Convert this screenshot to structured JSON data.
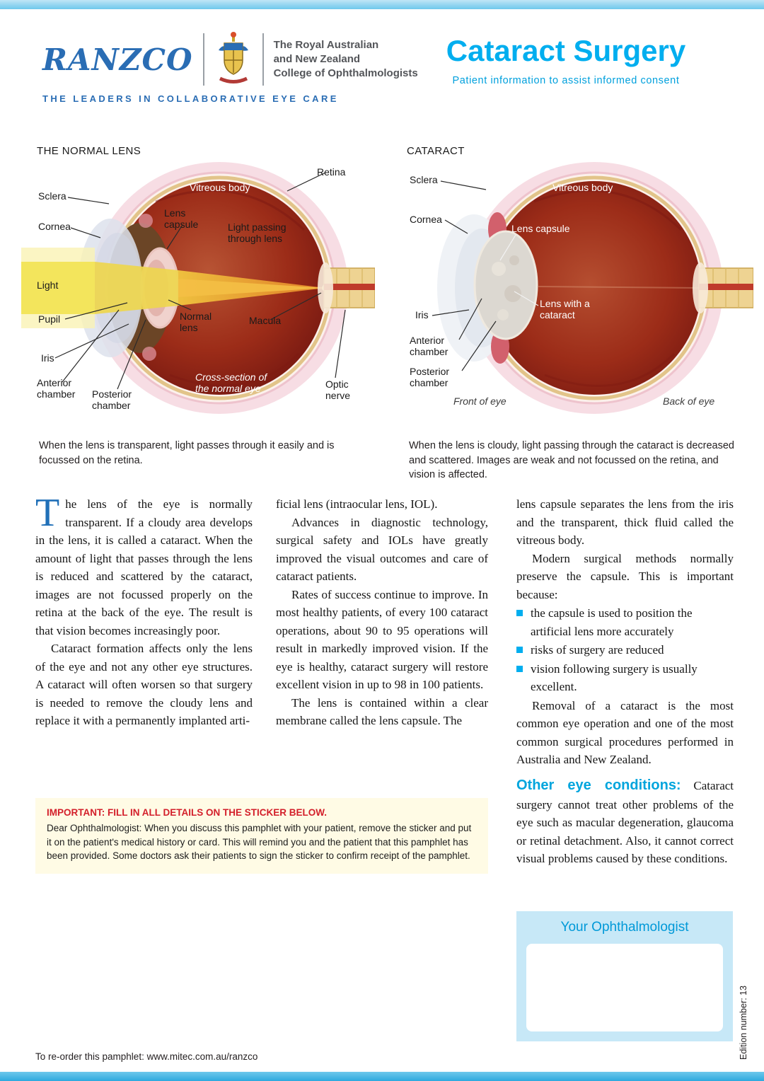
{
  "colors": {
    "accent_cyan": "#00aeef",
    "brand_blue": "#2a6db4",
    "alert_red": "#d31f2a",
    "sticker_bg": "#fffbe5",
    "box_blue_bg": "#c7e8f7"
  },
  "header": {
    "logo_text": "RANZCO",
    "org_name_lines": [
      "The Royal Australian",
      "and New Zealand",
      "College of Ophthalmologists"
    ],
    "tagline": "THE LEADERS IN COLLABORATIVE EYE CARE",
    "title": "Cataract Surgery",
    "subtitle": "Patient information to assist informed consent"
  },
  "diagram_normal": {
    "title": "THE NORMAL LENS",
    "labels": {
      "sclera": "Sclera",
      "cornea": "Cornea",
      "light": "Light",
      "pupil": "Pupil",
      "iris": "Iris",
      "anterior_chamber": "Anterior chamber",
      "posterior_chamber": "Posterior chamber",
      "lens_capsule": "Lens capsule",
      "vitreous_body": "Vitreous body",
      "retina": "Retina",
      "light_passing": "Light passing through lens",
      "normal_lens": "Normal lens",
      "macula": "Macula",
      "cross_section": "Cross-section of the normal eye",
      "optic_nerve": "Optic nerve"
    },
    "caption": "When the lens is transparent, light passes through it easily and is focussed on the retina."
  },
  "diagram_cataract": {
    "title": "CATARACT",
    "labels": {
      "sclera": "Sclera",
      "cornea": "Cornea",
      "iris": "Iris",
      "anterior_chamber": "Anterior chamber",
      "posterior_chamber": "Posterior chamber",
      "vitreous_body": "Vitreous body",
      "lens_capsule": "Lens capsule",
      "lens_with_cataract": "Lens with a cataract",
      "front_of_eye": "Front of eye",
      "back_of_eye": "Back of eye"
    },
    "caption": "When the lens is cloudy, light passing through the cataract is decreased and scattered. Images are weak and not focussed on the retina, and vision is affected."
  },
  "article": {
    "col1": {
      "dropcap": "T",
      "p1": "he lens of the eye is normally transparent. If a cloudy area develops in the lens, it is called a cataract. When the amount of light that passes through the lens is reduced and scattered by the cataract, images are not focussed properly on the retina at the back of the eye. The result is that vision becomes increasingly poor.",
      "p2": "Cataract formation affects only the lens of the eye and not any other eye structures. A cataract will often worsen so that surgery is needed to remove the cloudy lens and replace it with a permanently implanted arti-"
    },
    "col2": {
      "p1": "ficial lens (intraocular lens, IOL).",
      "p2": "Advances in diagnostic technology, surgical safety and IOLs have greatly improved the visual outcomes and care of cataract patients.",
      "p3": "Rates of success continue to improve. In most healthy patients, of every 100 cataract operations, about 90 to 95 operations will result in markedly improved vision. If the eye is healthy, cataract surgery will restore excellent vision in up to 98 in 100 patients.",
      "p4": "The lens is contained within a clear membrane called the lens capsule. The"
    },
    "col3": {
      "p1": "lens capsule separates the lens from the iris and the transparent, thick fluid called the vitreous body.",
      "p2": "Modern surgical methods normally preserve the capsule. This is important because:",
      "bullets": [
        "the capsule is used to position the artificial lens more accurately",
        "risks of surgery are reduced",
        "vision following surgery is usually excellent."
      ],
      "p3": "Removal of a cataract is the most common eye operation and one of the most common surgical procedures performed in Australia and New Zealand.",
      "other_heading": "Other eye conditions:",
      "other_text": "Cataract surgery cannot treat other problems of the eye such as macular degeneration, glaucoma or retinal detachment. Also, it cannot correct visual problems caused by these conditions."
    }
  },
  "sticker": {
    "title": "IMPORTANT: FILL IN ALL DETAILS ON THE STICKER BELOW.",
    "body": "Dear Ophthalmologist: When you discuss this pamphlet with your patient, remove the sticker and put it on the patient's medical history or card. This will remind you and the patient that this pamphlet has been provided. Some doctors ask their patients to sign the sticker to confirm receipt of the pamphlet."
  },
  "oph_box": {
    "title": "Your Ophthalmologist"
  },
  "footer": {
    "reorder": "To re-order this pamphlet: www.mitec.com.au/ranzco",
    "edition": "Edition number: 13"
  }
}
